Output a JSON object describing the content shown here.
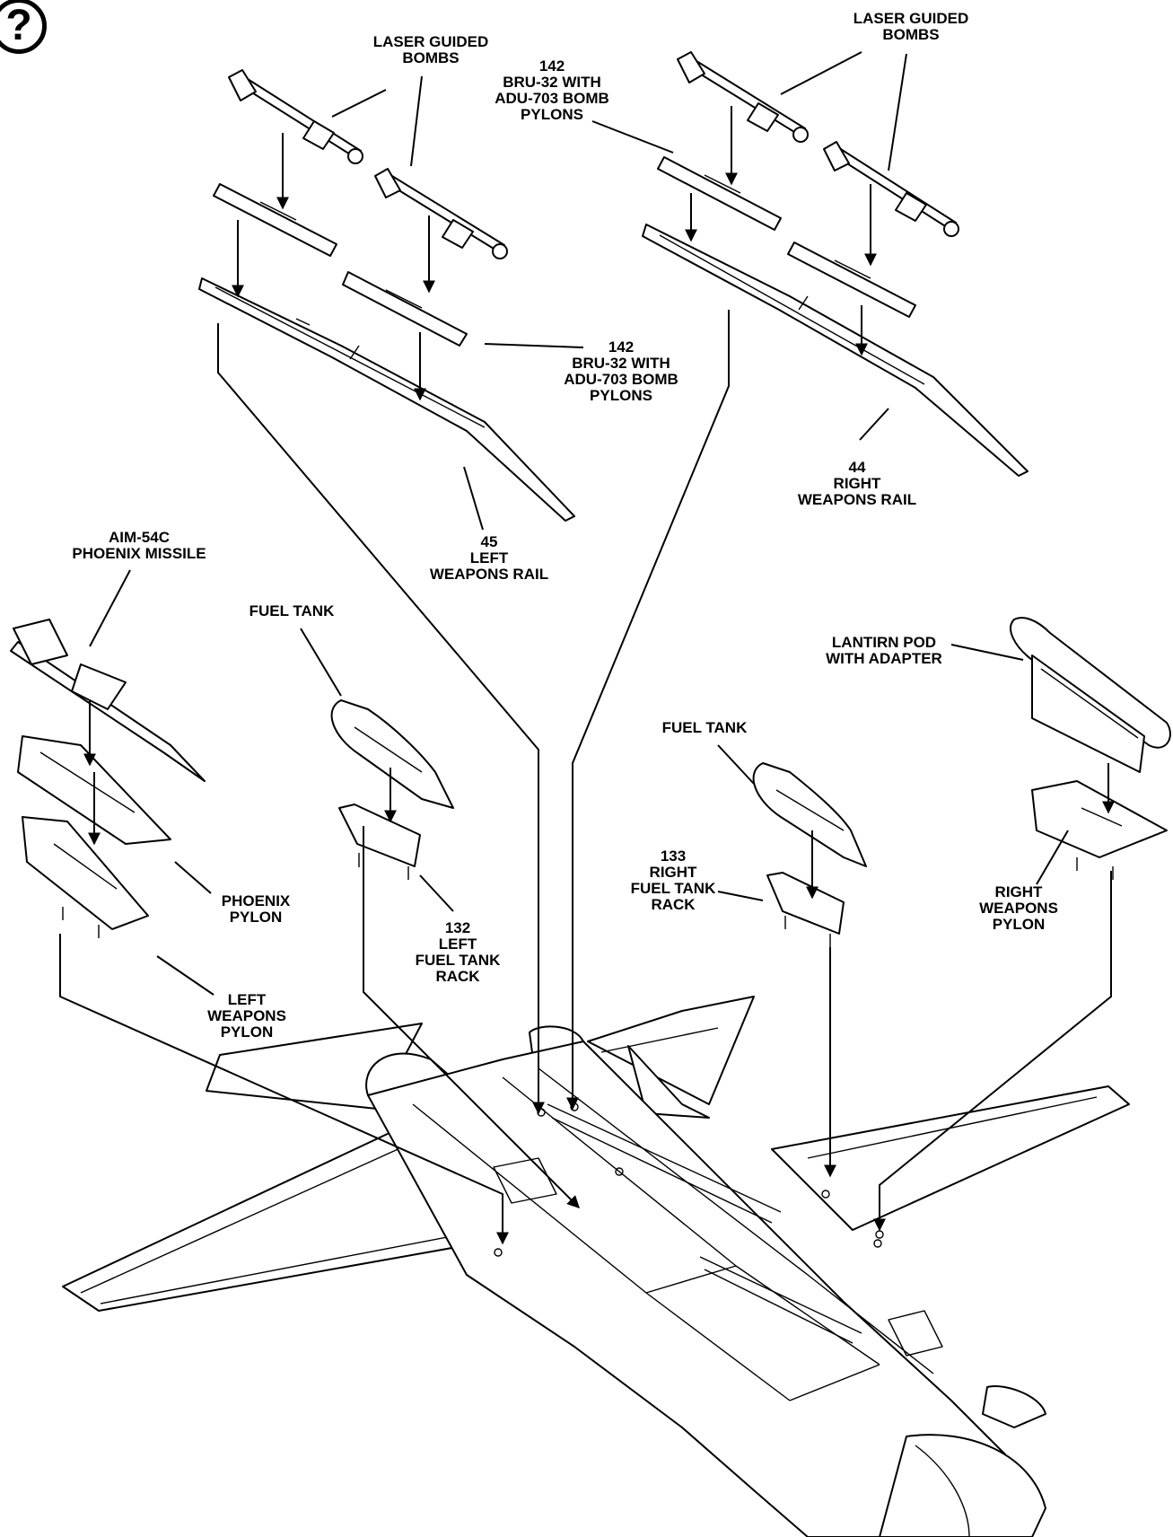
{
  "badge": {
    "glyph": "?"
  },
  "callouts": {
    "lgb_left": "LASER GUIDED\nBOMBS",
    "lgb_right": "LASER GUIDED\nBOMBS",
    "bru_right": "142\nBRU-32 WITH\nADU-703 BOMB\nPYLONS",
    "bru_left": "142\nBRU-32 WITH\nADU-703 BOMB\nPYLONS",
    "rail_left": "45\nLEFT\nWEAPONS RAIL",
    "rail_right": "44\nRIGHT\nWEAPONS RAIL",
    "phoenix_missile": "AIM-54C\nPHOENIX MISSILE",
    "fuel_tank_left": "FUEL TANK",
    "fuel_tank_right": "FUEL TANK",
    "lantirn": "LANTIRN POD\nWITH ADAPTER",
    "phoenix_pylon": "PHOENIX\nPYLON",
    "left_rack": "132\nLEFT\nFUEL TANK\nRACK",
    "right_rack": "133\nRIGHT\nFUEL TANK\nRACK",
    "right_pylon": "RIGHT\nWEAPONS\nPYLON",
    "left_pylon": "LEFT\nWEAPONS\nPYLON"
  }
}
